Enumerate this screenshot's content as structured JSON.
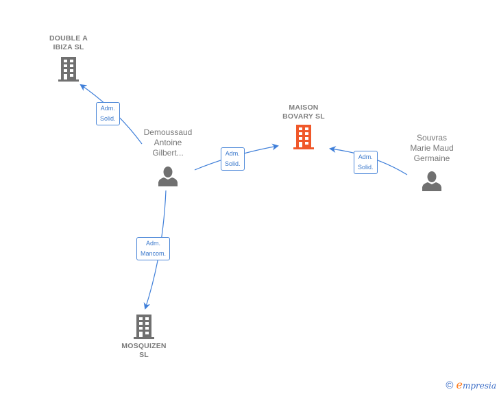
{
  "colors": {
    "edge": "#3f7fd9",
    "node_gray": "#707070",
    "center_orange": "#f0582a"
  },
  "nodes": {
    "maison_bovary": {
      "label": "MAISON\nBOVARY  SL",
      "type": "company",
      "icon": "building-icon",
      "highlight": true
    },
    "double_a_ibiza": {
      "label": "DOUBLE A\nIBIZA  SL",
      "type": "company",
      "icon": "building-icon"
    },
    "mosquizen": {
      "label": "MOSQUIZEN\nSL",
      "type": "company",
      "icon": "building-icon"
    },
    "demoussaud": {
      "label": "Demoussaud\nAntoine\nGilbert...",
      "type": "person",
      "icon": "person-icon"
    },
    "souvras": {
      "label": "Souvras\nMarie Maud\nGermaine",
      "type": "person",
      "icon": "person-icon"
    }
  },
  "edges": [
    {
      "from": "demoussaud",
      "to": "double_a_ibiza",
      "label": "Adm.\nSolid."
    },
    {
      "from": "demoussaud",
      "to": "maison_bovary",
      "label": "Adm.\nSolid."
    },
    {
      "from": "souvras",
      "to": "maison_bovary",
      "label": "Adm.\nSolid."
    },
    {
      "from": "demoussaud",
      "to": "mosquizen",
      "label": "Adm.\nMancom."
    }
  ],
  "credit": {
    "symbol": "©",
    "brand_initial": "e",
    "brand_rest": "mpresia"
  }
}
